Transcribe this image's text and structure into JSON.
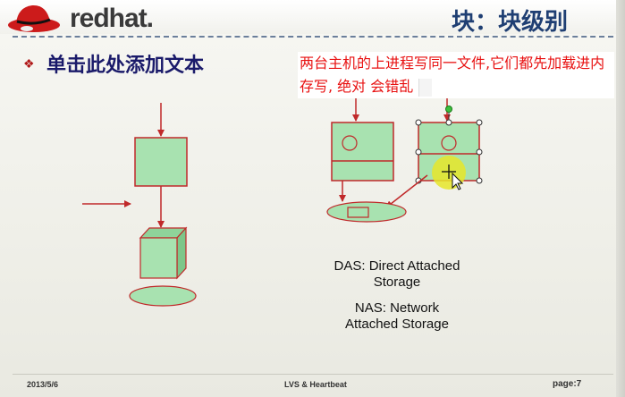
{
  "logo": {
    "text": "redhat."
  },
  "slide": {
    "title": "块：块级别",
    "bullet_icon": "diamond-bullet-icon",
    "bullet_text": "单击此处添加文本",
    "annotation": "两台主机的上进程写同一文件,它们都先加载进内存写, 绝对 会错乱"
  },
  "labels": {
    "das_line1": "DAS: Direct Attached",
    "das_line2": "Storage",
    "nas_line1": "NAS: Network",
    "nas_line2": "Attached Storage"
  },
  "footer": {
    "date": "2013/5/6",
    "center": "LVS & Heartbeat",
    "page": "page:7"
  },
  "colors": {
    "box_fill": "#a8e2b0",
    "box_stroke": "#c0292a",
    "arrow": "#c0292a",
    "title": "#1f3f73",
    "bullet_text": "#1a1a6a",
    "annotation": "#e81010"
  },
  "icons": [
    "redhat-logo-icon",
    "diamond-bullet-icon",
    "move-cursor-icon"
  ]
}
